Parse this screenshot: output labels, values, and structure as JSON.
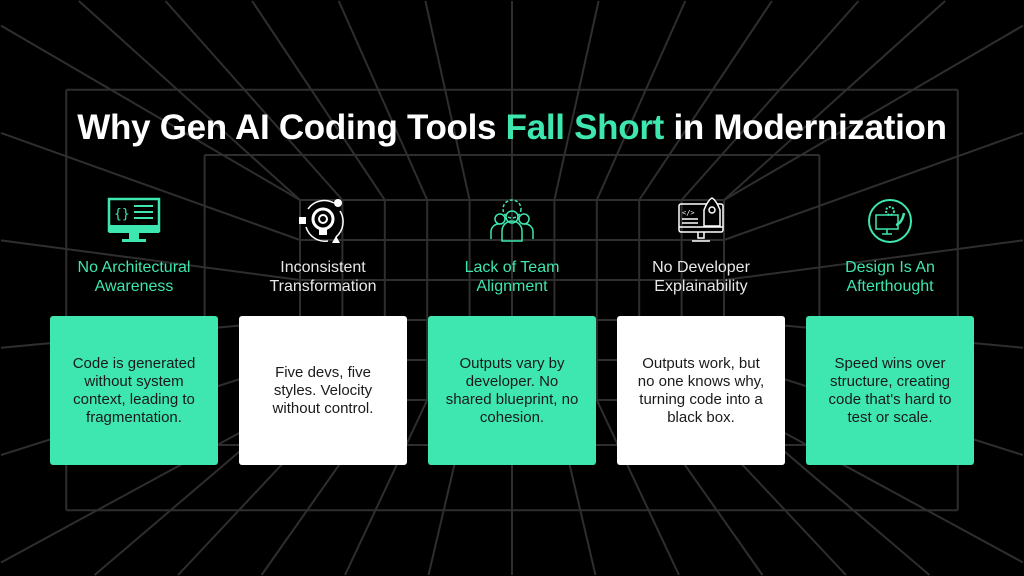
{
  "title": {
    "pre": "Why Gen AI Coding Tools ",
    "highlight": "Fall Short",
    "post": " in Modernization"
  },
  "colors": {
    "accent": "#3ee6b0",
    "background": "#000000",
    "card_light": "#ffffff"
  },
  "columns": [
    {
      "icon": "monitor-code-icon",
      "label": "No Architectural Awareness",
      "text": "Code is generated without system context, leading to fragmentation.",
      "theme": "green"
    },
    {
      "icon": "lightbulb-gear-cycle-icon",
      "label": "Inconsistent Transformation",
      "text": "Five devs, five styles. Velocity without control.",
      "theme": "white"
    },
    {
      "icon": "team-gear-icon",
      "label": "Lack of Team Alignment",
      "text": "Outputs vary by developer. No shared blueprint, no cohesion.",
      "theme": "green"
    },
    {
      "icon": "monitor-rocket-icon",
      "label": "No Developer Explainability",
      "text": "Outputs work, but no one knows why, turning code into a black box.",
      "theme": "white"
    },
    {
      "icon": "design-circle-icon",
      "label": "Design Is An Afterthought",
      "text": "Speed wins over structure, creating code that's hard to test or scale.",
      "theme": "green"
    }
  ]
}
